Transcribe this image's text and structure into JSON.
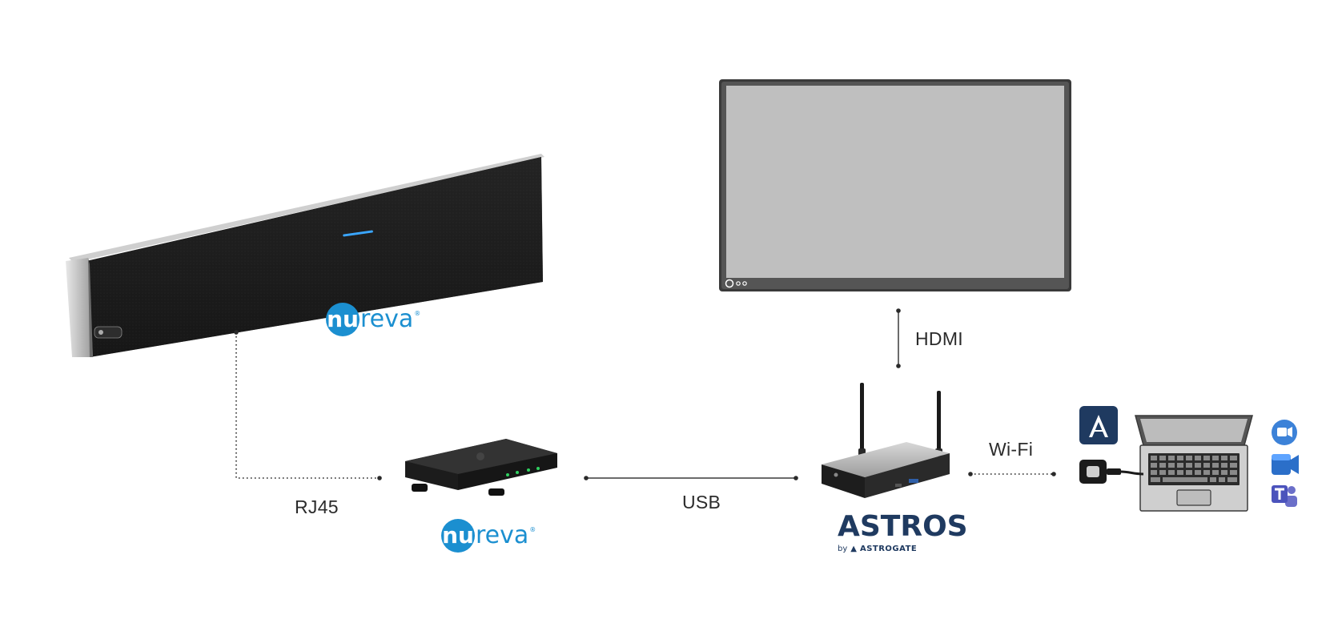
{
  "connections": {
    "rj45": "RJ45",
    "usb": "USB",
    "hdmi": "HDMI",
    "wifi": "Wi-Fi"
  },
  "brands": {
    "nureva_badge": "nu",
    "nureva_rest": "reva",
    "astros_word": "ASTROS",
    "astros_by": "by",
    "astros_brand": "ASTROGATE"
  },
  "icons": [
    "soundbar-device",
    "hub-device",
    "display-monitor",
    "wireless-router",
    "laptop",
    "astros-app-icon",
    "usb-dongle",
    "zoom-icon",
    "webex-icon",
    "teams-icon"
  ],
  "colors": {
    "line": "#3a3a3a",
    "nureva_blue": "#1b8fd0",
    "astros_navy": "#1f3a60",
    "screen_gray": "#bfbfbf"
  }
}
